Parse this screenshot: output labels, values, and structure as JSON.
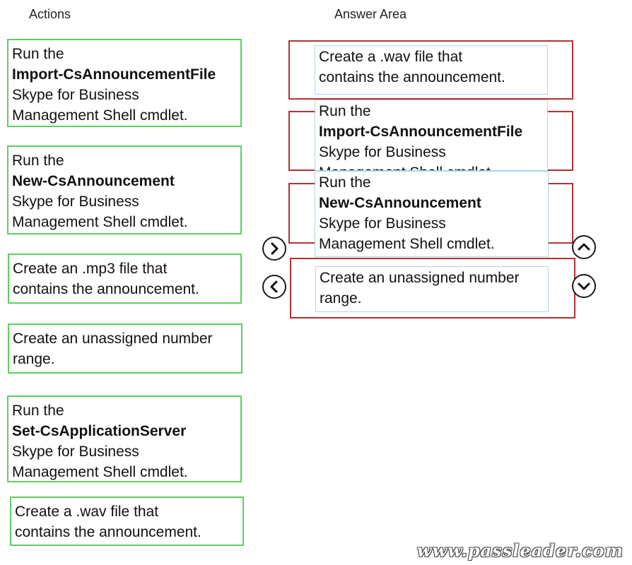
{
  "headers": {
    "actions": "Actions",
    "answer_area": "Answer Area"
  },
  "actions": [
    {
      "l1": "Run the",
      "l2": "Import-CsAnnouncementFile",
      "l3": "Skype for Business",
      "l4": "Management Shell cmdlet."
    },
    {
      "l1": "Run the",
      "l2": "New-CsAnnouncement",
      "l3": "Skype for Business",
      "l4": "Management Shell cmdlet."
    },
    {
      "l1": "Create an .mp3 file that",
      "l2": "contains the announcement."
    },
    {
      "l1": "Create an unassigned number",
      "l2": "range."
    },
    {
      "l1": "Run the",
      "l2": "Set-CsApplicationServer",
      "l3": "Skype for Business",
      "l4": "Management Shell cmdlet."
    },
    {
      "l1": "Create a .wav file that",
      "l2": "contains the announcement."
    }
  ],
  "answers": [
    {
      "l1": "Create a .wav file that",
      "l2": "contains the announcement."
    },
    {
      "l1": "Run the",
      "l2": "Import-CsAnnouncementFile",
      "l3": "Skype for Business",
      "l4": "Management Shell cmdlet."
    },
    {
      "l1": "Run the",
      "l2": "New-CsAnnouncement",
      "l3": "Skype for Business",
      "l4": "Management Shell cmdlet."
    },
    {
      "l1": "Create an unassigned number",
      "l2": "range."
    }
  ],
  "icons": {
    "move_right": "chevron-right-icon",
    "move_left": "chevron-left-icon",
    "move_up": "chevron-up-icon",
    "move_down": "chevron-down-icon"
  },
  "colors": {
    "action_border": "#5fcf5f",
    "slot_border": "#b23232",
    "card_border": "#a9d6e8"
  },
  "watermark": "www.passleader.com"
}
